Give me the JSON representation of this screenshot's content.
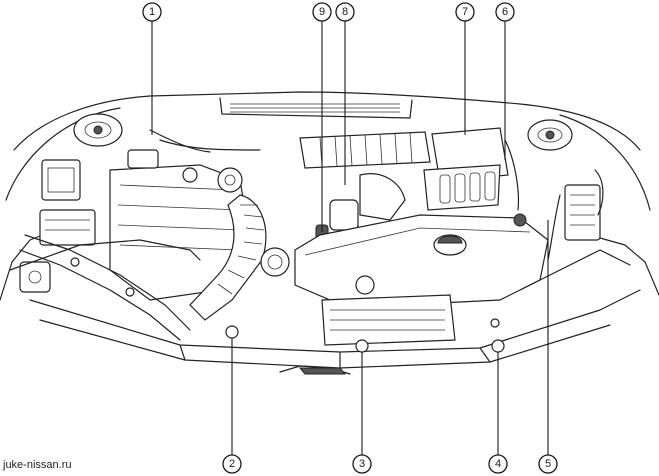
{
  "watermark": "juke-nissan.ru",
  "callouts": [
    {
      "id": "1",
      "label": "1"
    },
    {
      "id": "2",
      "label": "2"
    },
    {
      "id": "3",
      "label": "3"
    },
    {
      "id": "4",
      "label": "4"
    },
    {
      "id": "5",
      "label": "5"
    },
    {
      "id": "6",
      "label": "6"
    },
    {
      "id": "7",
      "label": "7"
    },
    {
      "id": "8",
      "label": "8"
    },
    {
      "id": "9",
      "label": "9"
    }
  ]
}
